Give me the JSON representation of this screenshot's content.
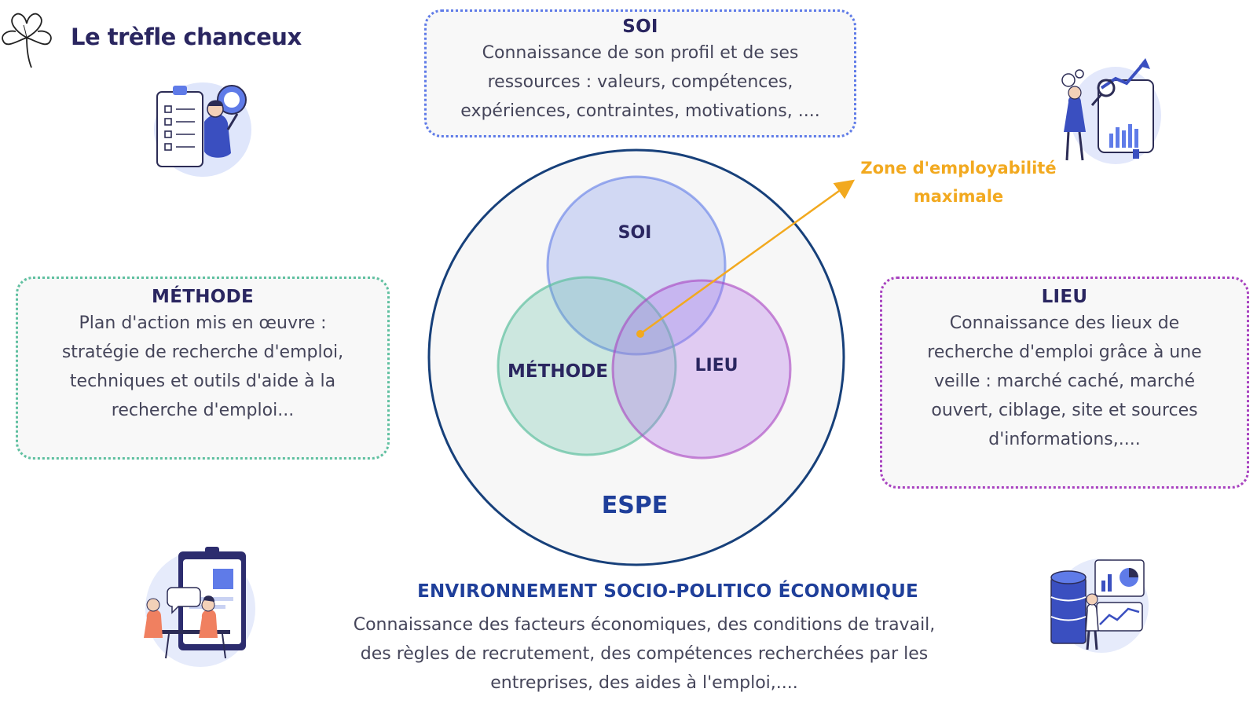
{
  "header": {
    "title": "Le trèfle chanceux"
  },
  "boxes": {
    "soi": {
      "title": "SOI",
      "lines": [
        "Connaissance de son profil et de ses",
        "ressources : valeurs, compétences,",
        "expériences, contraintes, motivations, ...."
      ]
    },
    "methode": {
      "title": "MÉTHODE",
      "lines": [
        "Plan d'action mis en œuvre :",
        "stratégie de recherche d'emploi,",
        "techniques et outils d'aide à la",
        "recherche d'emploi..."
      ]
    },
    "lieu": {
      "title": "LIEU",
      "lines": [
        "Connaissance des lieux de",
        "recherche d'emploi  grâce à une",
        "veille : marché caché, marché",
        "ouvert, ciblage, site et sources",
        "d'informations,...."
      ]
    }
  },
  "diagram": {
    "outer_label": "ESPE",
    "circles": {
      "soi": "SOI",
      "methode": "MÉTHODE",
      "lieu": "LIEU"
    },
    "zone_label": [
      "Zone d'employabilité",
      "maximale"
    ]
  },
  "environment": {
    "title": "ENVIRONNEMENT SOCIO-POLITICO ÉCONOMIQUE",
    "lines": [
      "Connaissance des facteurs économiques, des conditions de travail,",
      "des règles de recrutement, des compétences recherchées par les",
      "entreprises, des aides à l'emploi,...."
    ]
  },
  "colors": {
    "title": "#2a2660",
    "soi": "#5f7be8",
    "methode": "#5fc0a0",
    "lieu": "#a842c0",
    "outer_circle": "#17407a",
    "espe": "#1f3f9a",
    "zone": "#f2a91f"
  },
  "icons": [
    "clover-icon",
    "checklist-badge-illustration",
    "analytics-woman-illustration",
    "interview-illustration",
    "database-analytics-illustration"
  ]
}
